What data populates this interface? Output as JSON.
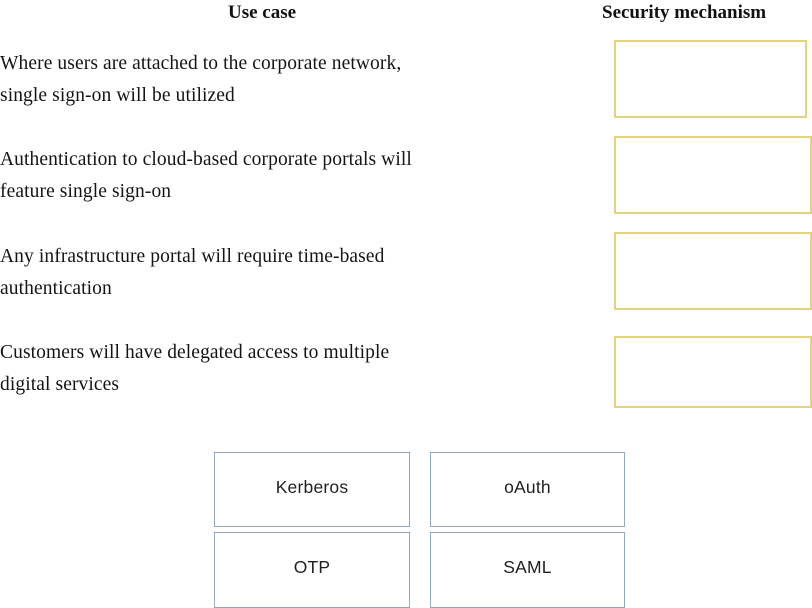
{
  "headers": {
    "use_case": "Use case",
    "security_mechanism": "Security mechanism"
  },
  "use_cases": [
    {
      "line1": "Where users are attached to the corporate network,",
      "line2": "single sign-on will be utilized"
    },
    {
      "line1": "Authentication to cloud-based corporate portals will",
      "line2": "feature single sign-on"
    },
    {
      "line1": "Any infrastructure portal will require time-based",
      "line2": "authentication"
    },
    {
      "line1": "Customers will have delegated access to multiple",
      "line2": "digital services"
    }
  ],
  "drop_targets": [
    {
      "value": ""
    },
    {
      "value": ""
    },
    {
      "value": ""
    },
    {
      "value": ""
    }
  ],
  "answer_bank": [
    {
      "label": "Kerberos"
    },
    {
      "label": "oAuth"
    },
    {
      "label": "OTP"
    },
    {
      "label": "SAML"
    }
  ],
  "colors": {
    "drop_border": "#e3d47c",
    "option_border": "#93a9bd",
    "text": "#141414",
    "background": "#ffffff"
  }
}
